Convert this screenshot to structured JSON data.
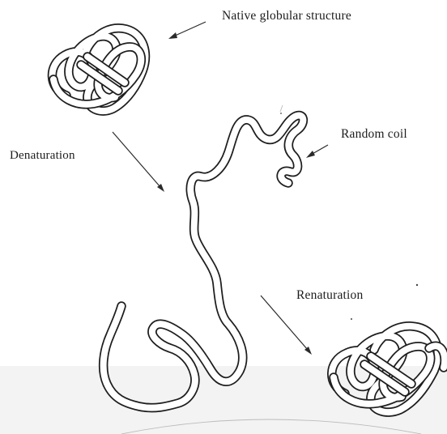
{
  "labels": {
    "native": "Native globular structure",
    "random_coil": "Random coil",
    "denaturation": "Denaturation",
    "renaturation": "Renaturation"
  }
}
